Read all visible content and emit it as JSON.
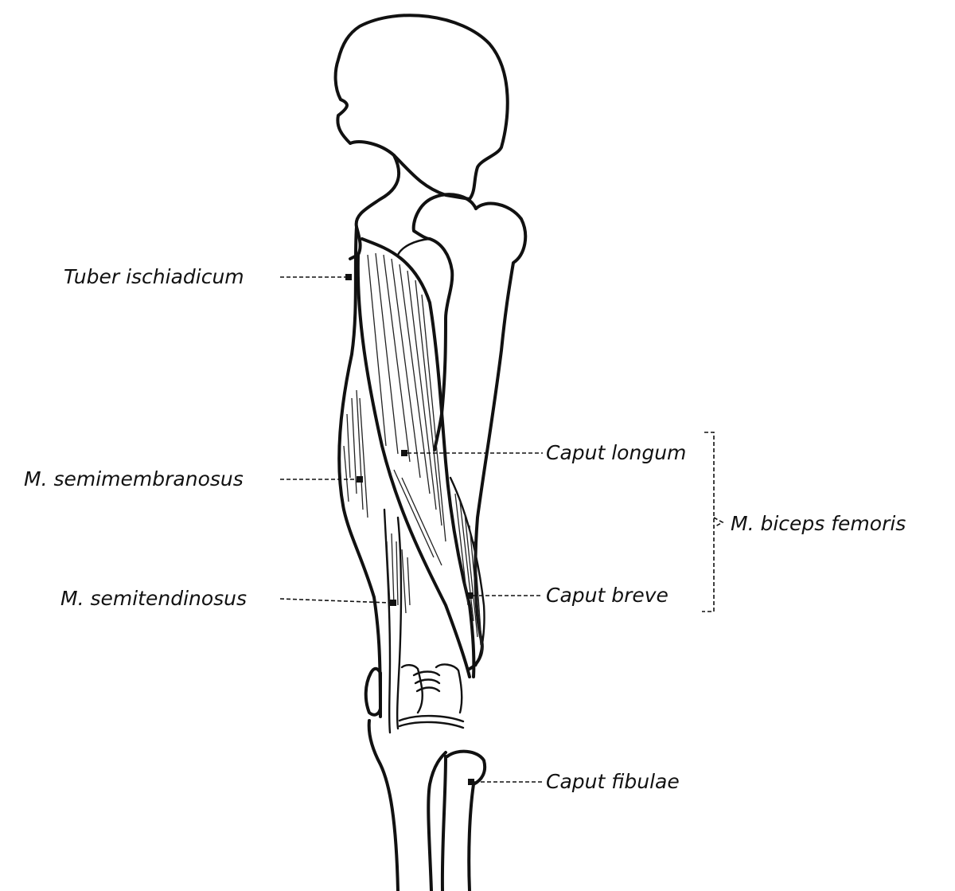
{
  "labels": {
    "tuber_ischiadicum": "Tuber ischiadicum",
    "m_semimembranosus": "M. semimembranosus",
    "m_semitendinosus": "M. semitendinosus",
    "caput_longum": "Caput longum",
    "caput_breve": "Caput breve",
    "m_biceps_femoris": "M. biceps femoris",
    "caput_fibulae": "Caput fibulae"
  }
}
